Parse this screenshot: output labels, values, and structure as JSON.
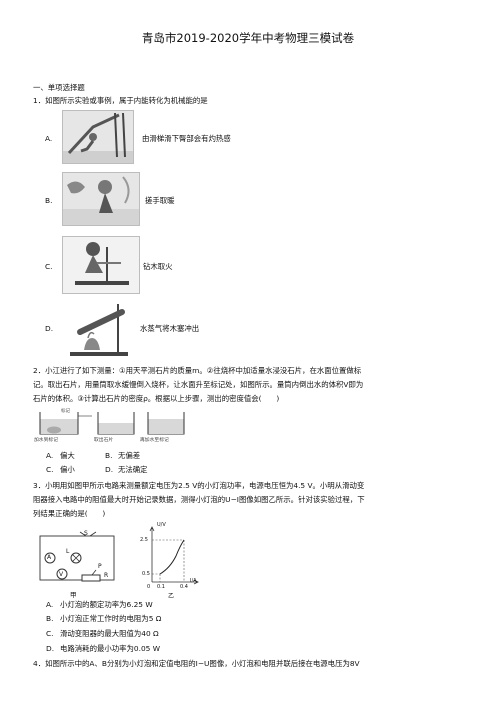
{
  "title": "青岛市2019-2020学年中考物理三模试卷",
  "section1": "一、单项选择题",
  "q1": {
    "stem": "1．如图所示实验或事例，属于内能转化为机械能的是",
    "options": [
      {
        "letter": "A.",
        "text": "由滑梯滑下臀部会有灼热感"
      },
      {
        "letter": "B.",
        "text": "搓手取暖"
      },
      {
        "letter": "C.",
        "text": "钻木取火"
      },
      {
        "letter": "D.",
        "text": "水蒸气将木塞冲出"
      }
    ]
  },
  "q2": {
    "line1": "2．小江进行了如下测量：①用天平测石片的质量m。②往烧杯中加适量水浸没石片，在水面位置做标",
    "line2": "记。取出石片，用量筒取水缓慢倒入烧杯，让水面升至标记处，如图所示。量筒内倒出水的体积V即为",
    "line3": "石片的体积。③计算出石片的密度ρ。根据以上步骤，测出的密度值会(　　)",
    "fig_labels": [
      "加水到标记",
      "取出石片",
      "再加水至标记"
    ],
    "mark": "标记",
    "options": [
      {
        "letter": "A.",
        "text": "偏大"
      },
      {
        "letter": "B.",
        "text": "无偏差"
      },
      {
        "letter": "C.",
        "text": "偏小"
      },
      {
        "letter": "D.",
        "text": "无法确定"
      }
    ]
  },
  "q3": {
    "line1": "3．小明用如图甲所示电路来测量额定电压为2.5 V的小灯泡功率，电源电压恒为4.5 V。小明从滑动变",
    "line2": "阻器接入电路中的阻值最大时开始记录数据，测得小灯泡的U−I图像如图乙所示。针对该实验过程，下",
    "line3": "列结果正确的是(　　)",
    "circuit_labels": {
      "ammeter": "A",
      "lamp": "L",
      "switch": "S",
      "p": "P",
      "voltmeter": "V",
      "r": "R",
      "caption": "甲"
    },
    "graph": {
      "ylabel": "U/V",
      "xlabel": "I/A",
      "y_ticks": [
        "2.5",
        "0.5"
      ],
      "x_ticks": [
        "0",
        "0.1",
        "0.4"
      ],
      "caption": "乙"
    },
    "options": [
      {
        "letter": "A.",
        "text": "小灯泡的额定功率为6.25 W"
      },
      {
        "letter": "B.",
        "text": "小灯泡正常工作时的电阻为5 Ω"
      },
      {
        "letter": "C.",
        "text": "滑动变阻器的最大阻值为40 Ω"
      },
      {
        "letter": "D.",
        "text": "电路消耗的最小功率为0.05 W"
      }
    ]
  },
  "q4": {
    "line1": "4．如图所示中的A、B分别为小灯泡和定值电阻的I−U图像，小灯泡和电阻并联后接在电源电压为8V"
  }
}
